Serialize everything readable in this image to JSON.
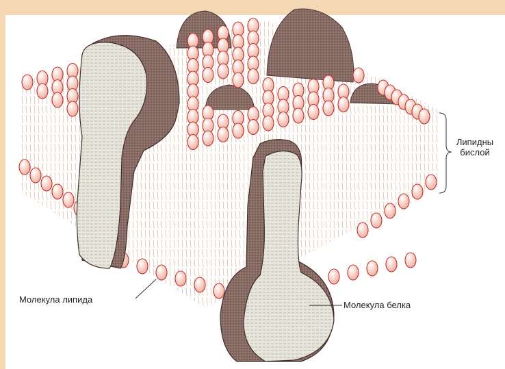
{
  "labels": {
    "bilayer_line1": "Липидны",
    "bilayer_line2": "бислой",
    "lipid_molecule": "Молекула липида",
    "protein_molecule": "Молекула белка"
  },
  "colors": {
    "page_background": "#f4d8b4",
    "lipid_head": "#f2c3b8",
    "lipid_head_outline": "#c0302a",
    "lipid_tail": "#d9b5a0",
    "protein_dark": "#7a5f5a",
    "protein_cut_face": "#e8e6dc"
  }
}
